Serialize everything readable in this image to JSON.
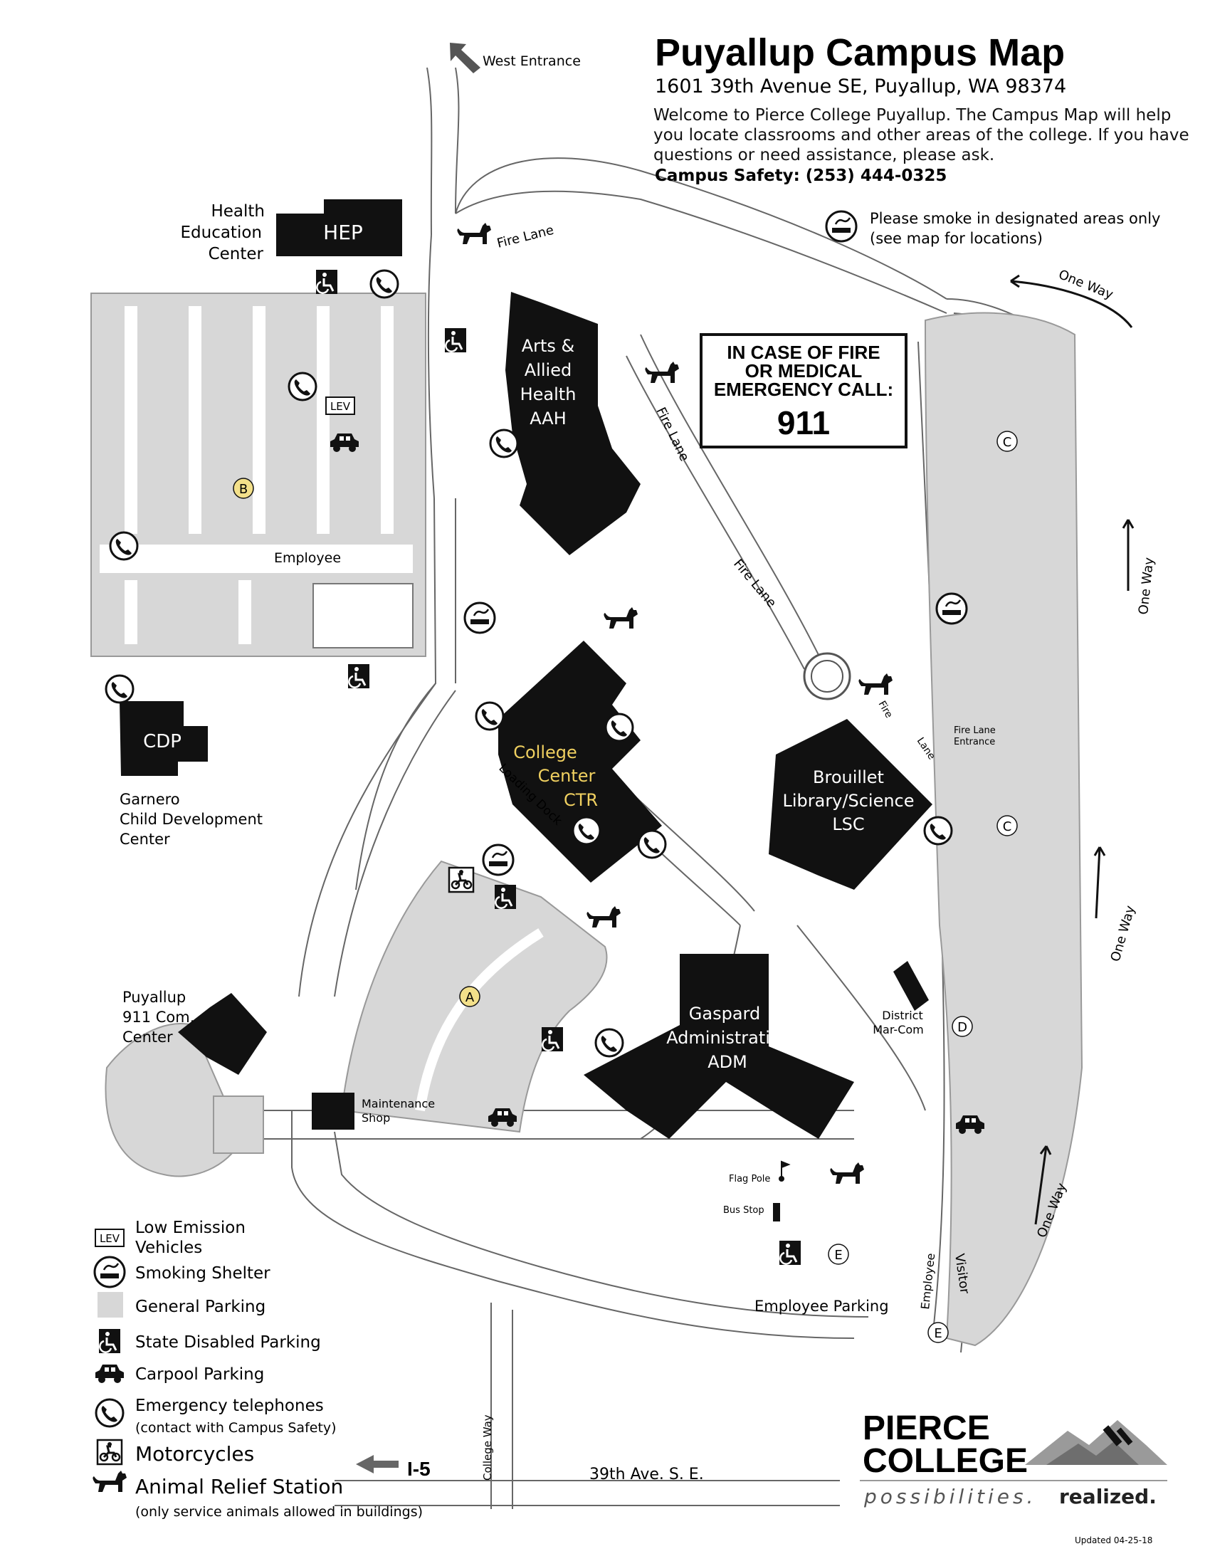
{
  "header": {
    "title": "Puyallup Campus Map",
    "address": "1601 39th Avenue SE, Puyallup, WA 98374",
    "welcome": "Welcome to Pierce College Puyallup. The Campus Map will help you locate classrooms and other areas of the college. If you have questions or need assistance, please ask.",
    "safety": "Campus Safety: (253) 444-0325"
  },
  "smoking_note": {
    "line1": "Please smoke in designated areas only",
    "line2": "(see map for locations)"
  },
  "emergency": {
    "line1": "IN CASE OF FIRE",
    "line2": "OR MEDICAL",
    "line3": "EMERGENCY CALL:",
    "number": "911"
  },
  "buildings": {
    "hep": {
      "code": "HEP",
      "l1": "Health",
      "l2": "Education",
      "l3": "Center"
    },
    "aah": {
      "l1": "Arts &",
      "l2": "Allied",
      "l3": "Health",
      "code": "AAH"
    },
    "ctr": {
      "l1": "College",
      "l2": "Center",
      "code": "CTR"
    },
    "lsc": {
      "l1": "Brouillet",
      "l2": "Library/Science",
      "code": "LSC"
    },
    "adm": {
      "l1": "Gaspard",
      "l2": "Administration",
      "code": "ADM"
    },
    "cdp": {
      "code": "CDP",
      "l1": "Garnero",
      "l2": "Child Development",
      "l3": "Center"
    },
    "com911": {
      "l1": "Puyallup",
      "l2": "911 Com.",
      "l3": "Center"
    },
    "marcom": {
      "l1": "District",
      "l2": "Mar-Com"
    },
    "shop": {
      "l1": "Maintenance",
      "l2": "Shop"
    }
  },
  "labels": {
    "west_entrance": "West Entrance",
    "fire_lane": "Fire Lane",
    "fire": "Fire",
    "lane": "Lane",
    "fire_lane_entrance_1": "Fire Lane",
    "fire_lane_entrance_2": "Entrance",
    "one_way": "One Way",
    "employee": "Employee",
    "visitor": "Visitor",
    "loading_dock": "Loading Dock",
    "flag_pole": "Flag Pole",
    "bus_stop": "Bus Stop",
    "employee_parking": "Employee Parking",
    "college_way": "College Way",
    "i5": "I-5",
    "ave": "39th Ave. S. E.",
    "lev": "LEV",
    "lot_a": "A",
    "lot_b": "B",
    "lot_c": "C",
    "lot_d": "D",
    "lot_e": "E"
  },
  "legend": {
    "lev_l1": "Low Emission",
    "lev_l2": "Vehicles",
    "smoking": "Smoking Shelter",
    "general": "General Parking",
    "disabled": "State Disabled Parking",
    "carpool": "Carpool Parking",
    "phone_l1": "Emergency telephones",
    "phone_l2": "(contact with Campus Safety)",
    "moto": "Motorcycles",
    "animal_l1": "Animal Relief Station",
    "animal_l2": "(only service animals allowed in buildings)"
  },
  "logo": {
    "line1": "PIERCE",
    "line2": "COLLEGE",
    "tag1": "possibilities.",
    "tag2": "realized."
  },
  "updated": "Updated 04-25-18",
  "colors": {
    "parking_gray": "#d7d7d7",
    "building_black": "#111111",
    "lot_yellow": "#f3e08a",
    "ctr_text": "#f0d060"
  }
}
